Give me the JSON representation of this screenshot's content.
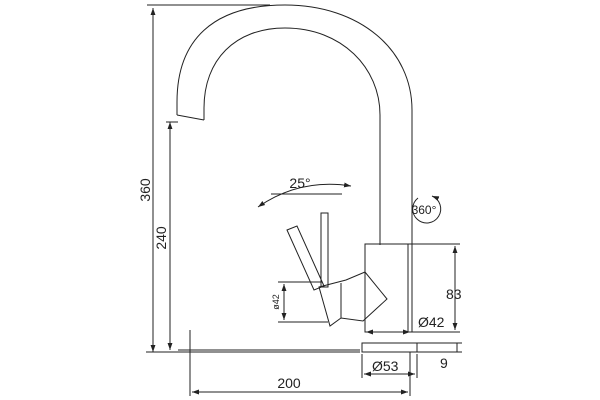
{
  "drawing": {
    "dim_height_total": "360",
    "dim_height_spout": "240",
    "dim_reach": "200",
    "dim_lever_angle": "25°",
    "dim_swivel": "360°",
    "dim_body_height": "83",
    "dim_body_diameter": "Ø42",
    "dim_handle_diameter": "ø42",
    "dim_base_diameter": "Ø53",
    "dim_base_height": "9"
  },
  "colors": {
    "line": "#222222",
    "background": "#ffffff"
  }
}
